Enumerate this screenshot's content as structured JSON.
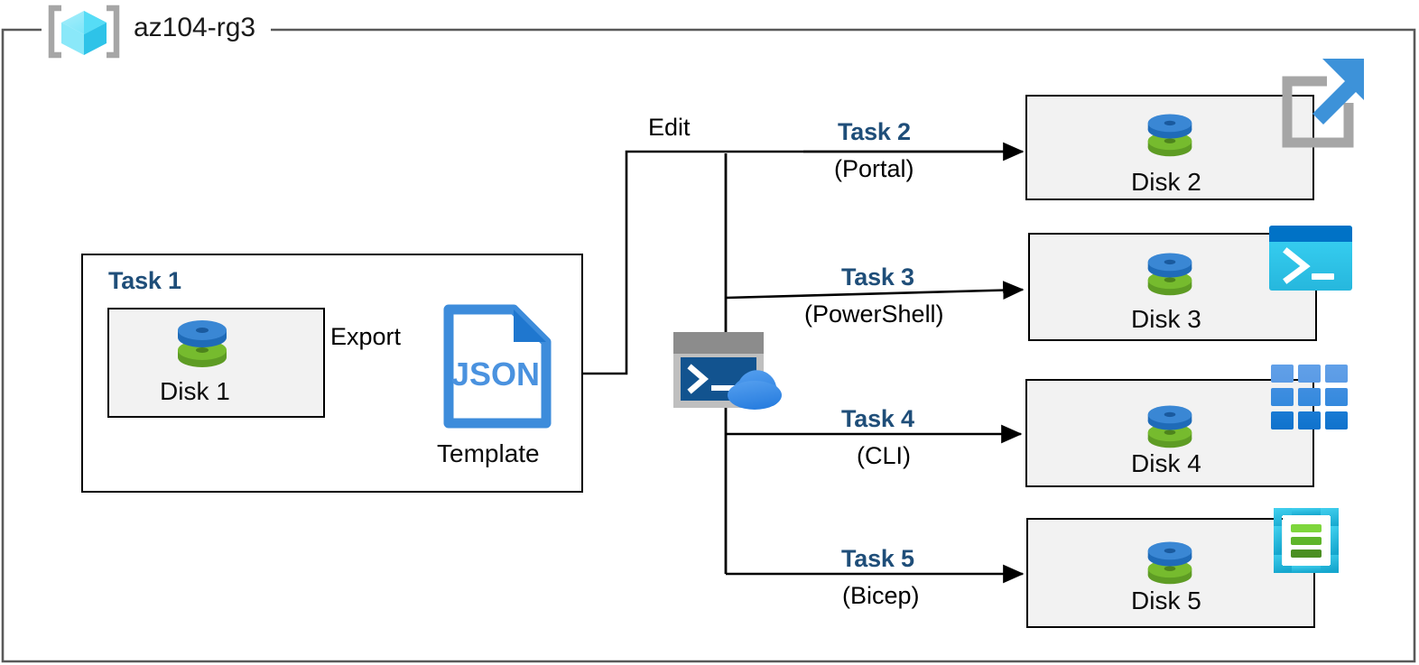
{
  "diagram": {
    "type": "azure-architecture-flow",
    "resource_group": {
      "name": "az104-rg3",
      "icon": "resource-group-cube-icon"
    },
    "task1": {
      "header": "Task 1",
      "disk": {
        "label": "Disk 1",
        "icon": "disk-stack-icon"
      },
      "export_label": "Export",
      "template": {
        "badge": "JSON",
        "label": "Template",
        "icon": "json-file-icon"
      }
    },
    "edit_label": "Edit",
    "cloud_shell": {
      "icon": "cloud-shell-icon"
    },
    "branches": [
      {
        "header": "Task 2",
        "sub": "(Portal)",
        "disk_label": "Disk 2",
        "tool_icon": "azure-portal-icon"
      },
      {
        "header": "Task 3",
        "sub": "(PowerShell)",
        "disk_label": "Disk 3",
        "tool_icon": "powershell-icon"
      },
      {
        "header": "Task 4",
        "sub": "(CLI)",
        "disk_label": "Disk 4",
        "tool_icon": "azure-cli-grid-icon"
      },
      {
        "header": "Task 5",
        "sub": "(Bicep)",
        "disk_label": "Disk 5",
        "tool_icon": "bicep-icon"
      }
    ],
    "colors": {
      "task_header": "#1F4E79",
      "box_fill": "#f2f2f2",
      "box_border": "#000000",
      "container_border": "#595959",
      "disk_blue": "#2f7ed0",
      "disk_green": "#6aab2f",
      "json_blue": "#3d8cdb",
      "powershell_cyan": "#32c8ee",
      "powershell_bar": "#0072c6",
      "cli_blue": "#2f87dd",
      "bicep_cyan": "#33c9e8",
      "bicep_green": "#6fc62c",
      "portal_gray": "#a6a6a6",
      "portal_arrow": "#3d92d9",
      "cube_cyan": "#32d5f0"
    }
  }
}
